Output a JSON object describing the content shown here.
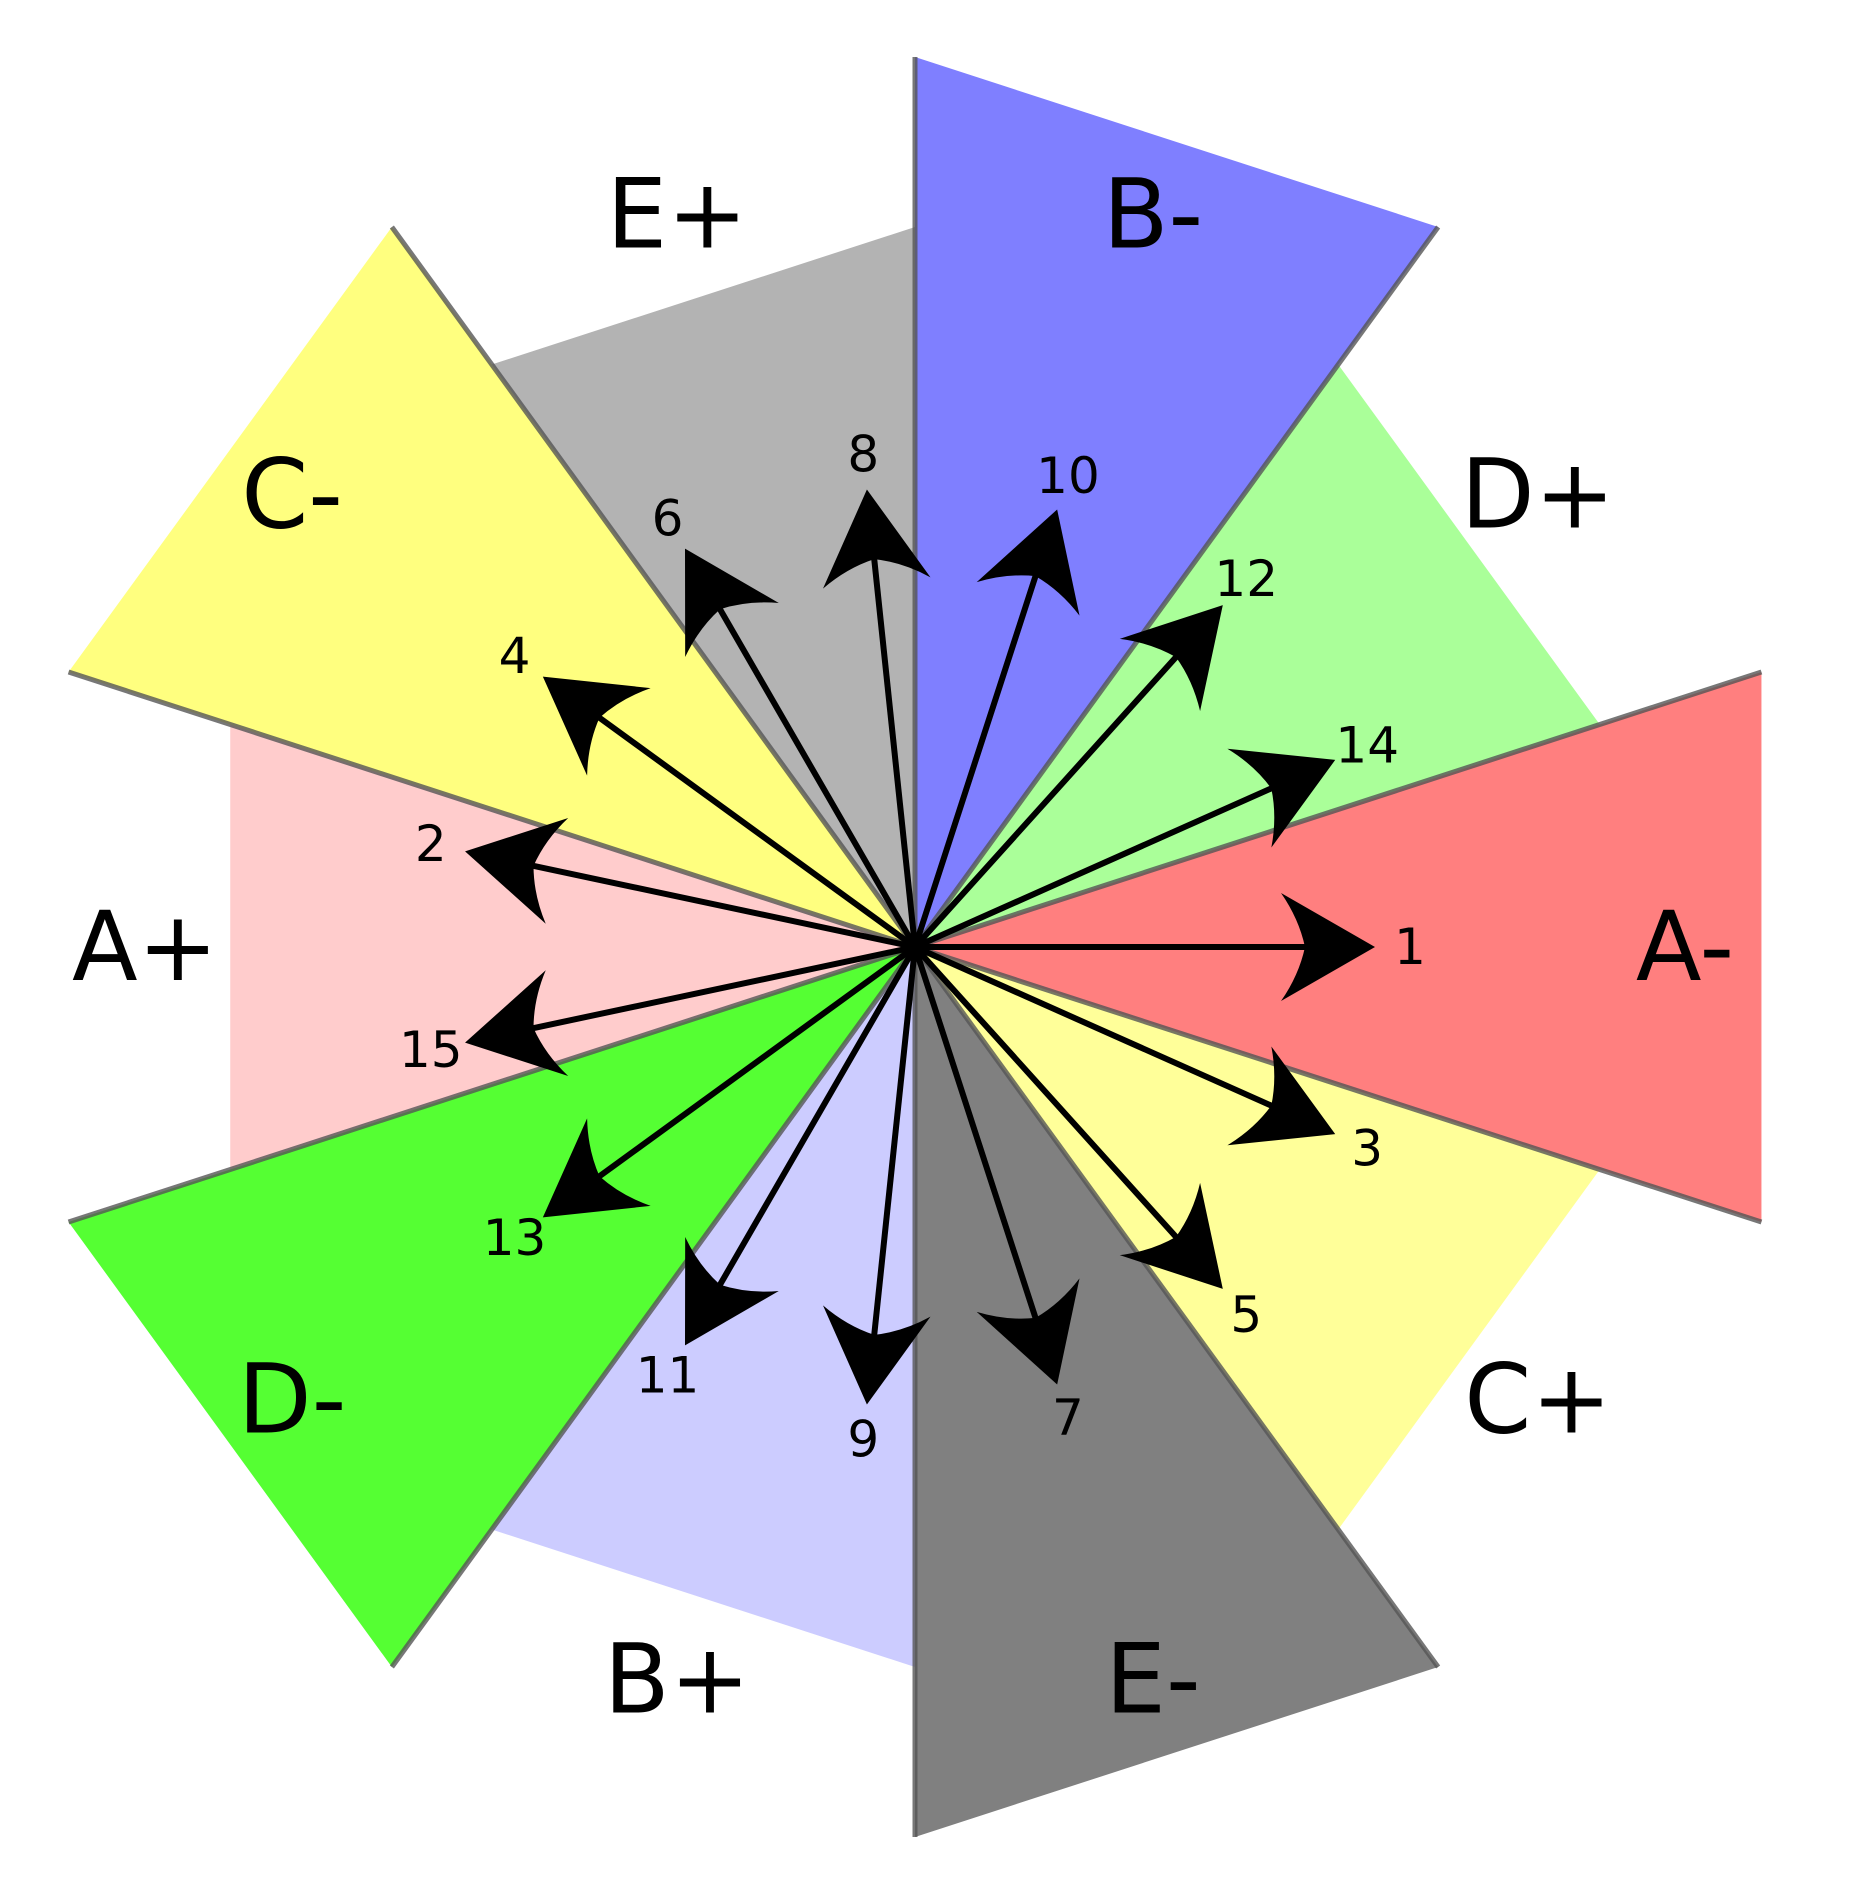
{
  "colors": {
    "A": "#ff7f7f",
    "A_light": "#ffcccc",
    "B": "#7f7fff",
    "B_light": "#ccccff",
    "C": "#ffff7f",
    "C_light": "#ffff99",
    "D": "#55ff33",
    "D_light": "#aaff99",
    "E": "#808080",
    "E_light": "#b3b3b3",
    "edge": "#555555",
    "arrow": "#000000"
  },
  "sectors": [
    {
      "label": "A-",
      "angle": 0,
      "color_key": "A",
      "strong": true
    },
    {
      "label": "D+",
      "angle": 36,
      "color_key": "D_light",
      "strong": false
    },
    {
      "label": "B-",
      "angle": 72,
      "color_key": "B",
      "strong": true
    },
    {
      "label": "E+",
      "angle": 108,
      "color_key": "E_light",
      "strong": false
    },
    {
      "label": "C-",
      "angle": 144,
      "color_key": "C",
      "strong": true
    },
    {
      "label": "A+",
      "angle": 180,
      "color_key": "A_light",
      "strong": false
    },
    {
      "label": "D-",
      "angle": 216,
      "color_key": "D",
      "strong": true
    },
    {
      "label": "B+",
      "angle": 252,
      "color_key": "B_light",
      "strong": false
    },
    {
      "label": "E-",
      "angle": 288,
      "color_key": "E",
      "strong": true
    },
    {
      "label": "C+",
      "angle": 324,
      "color_key": "C_light",
      "strong": false
    }
  ],
  "arrows": [
    {
      "label": "1",
      "angle": 0
    },
    {
      "label": "2",
      "angle": 168
    },
    {
      "label": "3",
      "angle": -24
    },
    {
      "label": "4",
      "angle": 144
    },
    {
      "label": "5",
      "angle": -48
    },
    {
      "label": "6",
      "angle": 120
    },
    {
      "label": "7",
      "angle": -72
    },
    {
      "label": "8",
      "angle": 96
    },
    {
      "label": "9",
      "angle": -96
    },
    {
      "label": "10",
      "angle": 72
    },
    {
      "label": "11",
      "angle": -120
    },
    {
      "label": "12",
      "angle": 48
    },
    {
      "label": "13",
      "angle": -144
    },
    {
      "label": "14",
      "angle": 24
    },
    {
      "label": "15",
      "angle": -168
    }
  ]
}
